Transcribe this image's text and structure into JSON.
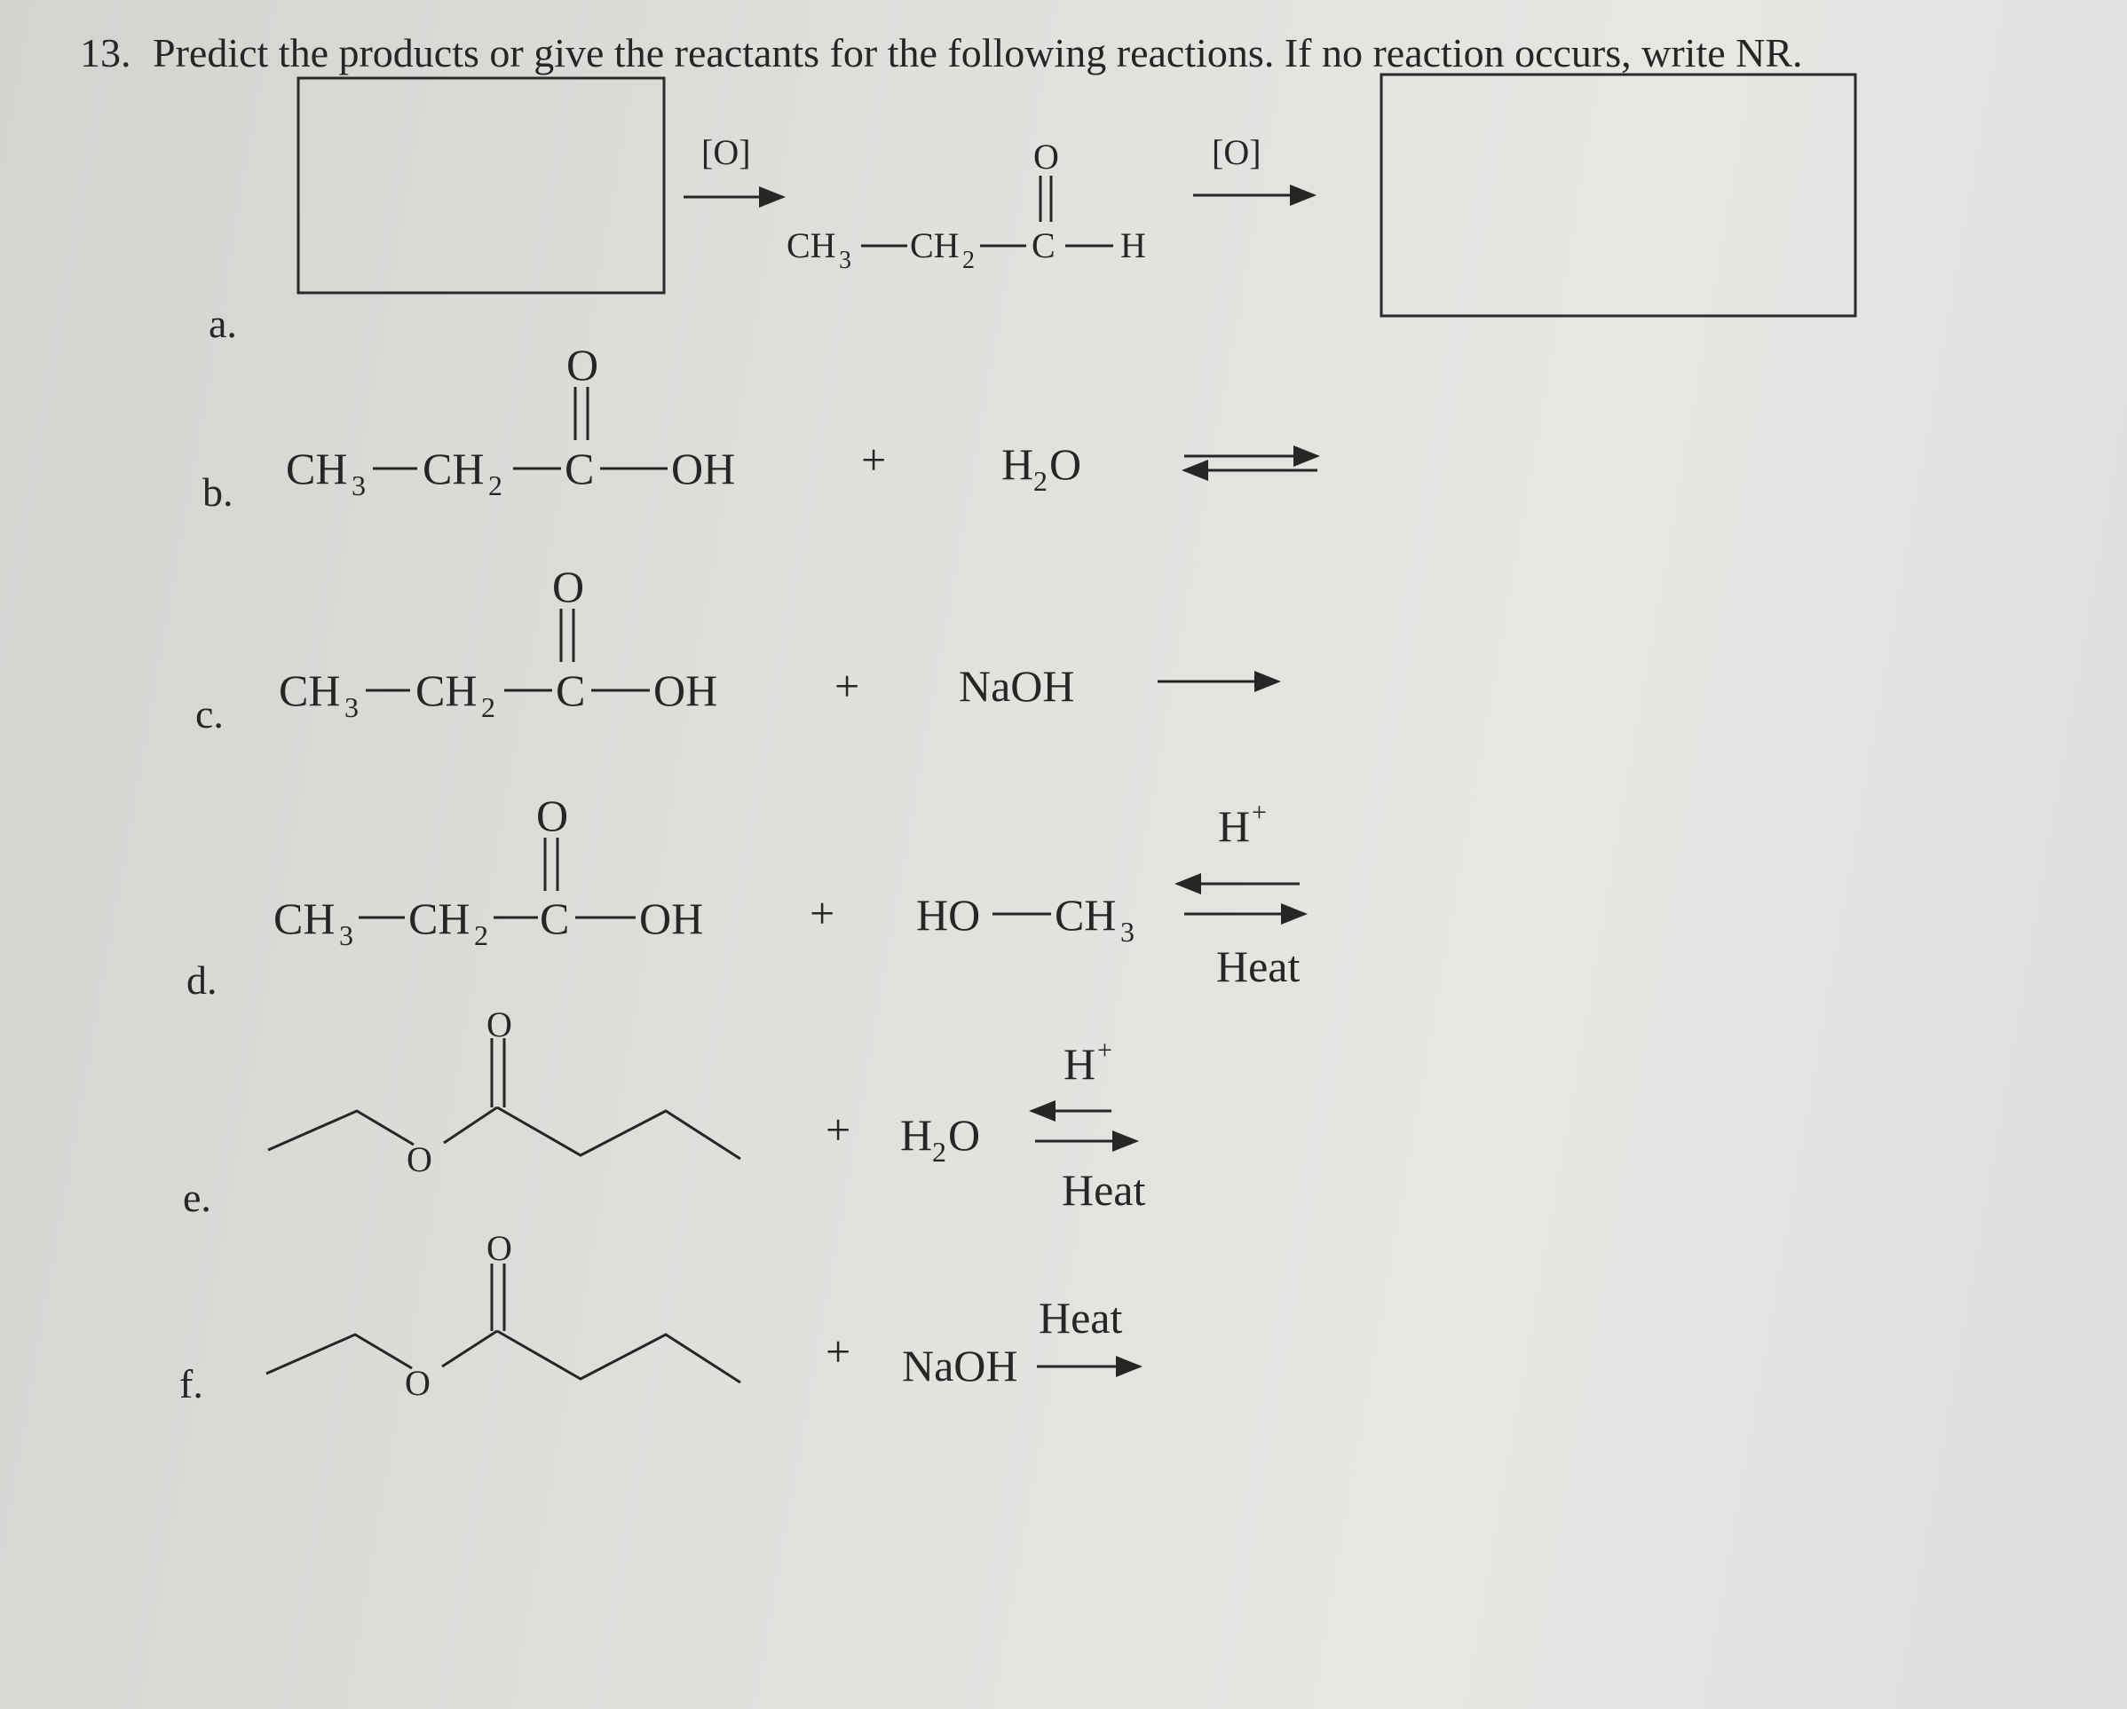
{
  "question": {
    "number": "13.",
    "text": "Predict the products or give the reactants for the following reactions. If no reaction occurs, write NR."
  },
  "parts": {
    "a": {
      "label": "a.",
      "reagent1": "[O]",
      "reagent2": "[O]",
      "aldehyde": {
        "ch3": "CH",
        "ch3_sub": "3",
        "ch2": "CH",
        "ch2_sub": "2",
        "c": "C",
        "h": "H",
        "o": "O"
      }
    },
    "b": {
      "label": "b.",
      "acid": {
        "ch3": "CH",
        "ch3_sub": "3",
        "ch2": "CH",
        "ch2_sub": "2",
        "c": "C",
        "oh": "OH",
        "o": "O"
      },
      "plus": "+",
      "water": {
        "h": "H",
        "sub": "2",
        "o": "O"
      }
    },
    "c": {
      "label": "c.",
      "acid": {
        "ch3": "CH",
        "ch3_sub": "3",
        "ch2": "CH",
        "ch2_sub": "2",
        "c": "C",
        "oh": "OH",
        "o": "O"
      },
      "plus": "+",
      "reagent": "NaOH"
    },
    "d": {
      "label": "d.",
      "acid": {
        "ch3": "CH",
        "ch3_sub": "3",
        "ch2": "CH",
        "ch2_sub": "2",
        "c": "C",
        "oh": "OH",
        "o": "O"
      },
      "plus": "+",
      "alcohol": {
        "ho": "HO",
        "ch3": "CH",
        "ch3_sub": "3"
      },
      "catalyst": "H",
      "catalyst_sup": "+",
      "condition": "Heat"
    },
    "e": {
      "label": "e.",
      "ester_o_carbonyl": "O",
      "ester_o_ether": "O",
      "plus": "+",
      "water": {
        "h": "H",
        "sub": "2",
        "o": "O"
      },
      "catalyst": "H",
      "catalyst_sup": "+",
      "condition": "Heat"
    },
    "f": {
      "label": "f.",
      "ester_o_carbonyl": "O",
      "ester_o_ether": "O",
      "plus": "+",
      "reagent": "NaOH",
      "condition": "Heat"
    }
  }
}
